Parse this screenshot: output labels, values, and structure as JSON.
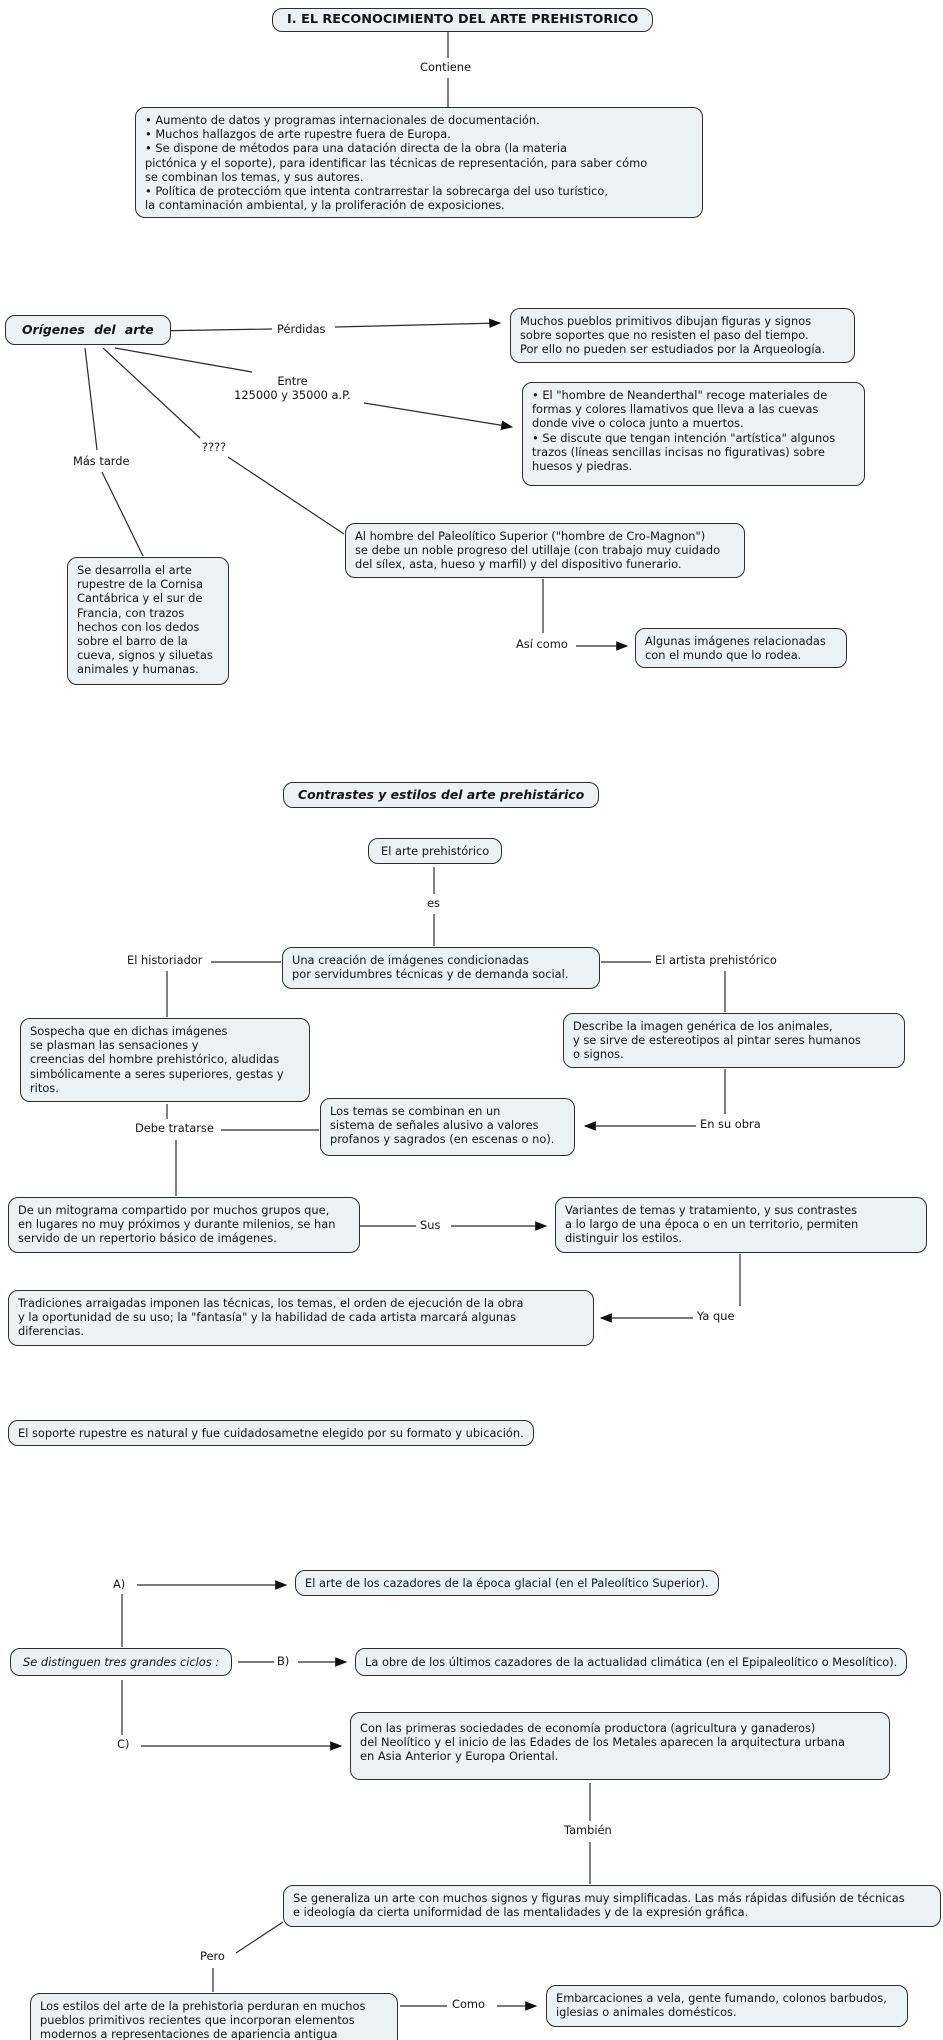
{
  "nodes": {
    "title1": "I. EL RECONOCIMIENTO DEL ARTE PREHISTORICO",
    "contiene_detail": "• Aumento de datos y programas internacionales de documentación.\n• Muchos hallazgos de arte rupestre fuera de Europa.\n• Se dispone de métodos para una datación directa de la obra (la materia\npictónica y el soporte), para identificar las técnicas de representación, para saber cómo\nse combinan los temas, y sus autores.\n• Política de proteccióm que intenta contrarrestar la sobrecarga del uso turístico,\nla contaminación ambiental, y la proliferación de exposiciones.",
    "origenes": "Orígenes del arte",
    "perdidas_detail": "Muchos pueblos primitivos dibujan figuras y signos\nsobre soportes que no resisten el paso del tiempo.\nPor ello no pueden ser estudiados por la Arqueología.",
    "neanderthal": "• El \"hombre de Neanderthal\" recoge materiales de\nformas y colores llamativos que lleva a las cuevas\ndonde vive o coloca junto a muertos.\n• Se discute que tengan intención \"artística\" algunos\ntrazos (líneas sencillas incisas no figurativas) sobre\nhuesos y piedras.",
    "cromagnon": "Al hombre del Paleolítico Superior (\"hombre de Cro-Magnon\")\nse debe un noble progreso del utillaje (con trabajo muy cuidado\ndel sílex, asta, hueso y marfil) y del dispositivo funerario.",
    "desarrolla": "Se desarrolla el arte\nrupestre de la Cornisa\nCantábrica y el sur de\nFrancia, con trazos\nhechos con los dedos\nsobre el barro de la\ncueva, signos y siluetas\nanimales y humanas.",
    "algunas": "Algunas imágenes relacionadas\ncon el mundo que lo rodea.",
    "title2": "Contrastes y estilos del arte prehistárico",
    "arte_prehistorico": "El arte prehistórico",
    "creacion": "Una creación de imágenes condicionadas\npor servidumbres técnicas y de demanda social.",
    "sospecha": "Sospecha que en dichas imágenes\nse plasman las sensaciones y\ncreencias del hombre prehistórico, aludidas\nsimbólicamente a seres superiores, gestas y\nritos.",
    "describe": "Describe la imagen genérica de los animales,\ny se sirve de estereotipos al pintar seres humanos\no signos.",
    "temas": "Los temas se combinan en un\nsistema de señales alusivo a valores\nprofanos y sagrados (en escenas o no).",
    "mitograma": "De un mitograma compartido por muchos grupos que,\nen lugares no muy próximos y durante milenios, se han\nservido de un repertorio básico de imágenes.",
    "variantes": "Variantes de temas y tratamiento, y sus contrastes\na lo largo de una época o en un territorio, permiten\ndistinguir los estilos.",
    "tradiciones": "Tradiciones arraigadas imponen las técnicas, los temas, el orden de ejecución de la obra\ny la oportunidad de su uso; la \"fantasía\" y la habilidad de cada artista marcará algunas\ndiferencias.",
    "soporte": "El soporte rupestre es natural y fue cuidadosametne elegido por su formato y ubicación.",
    "ciclos": "Se distinguen tres grandes ciclos :",
    "ciclo_a": "El arte de los cazadores de la época glacial (en el Paleolítico Superior).",
    "ciclo_b": "La obre de los últimos cazadores de la actualidad climática (en el Epipaleolítico o Mesolítico).",
    "ciclo_c": "Con las primeras sociedades de economía productora (agricultura y ganaderos)\ndel Neolítico y el inicio de las Edades de los Metales aparecen la arquitectura urbana\nen Asia Anterior y Europa Oriental.",
    "generaliza": "Se generaliza un arte con muchos signos y figuras muy simplificadas. Las más rápidas difusión de técnicas\ne ideología da cierta uniformidad de las mentalidades y de la expresión gráfica.",
    "estilos_perduran": "Los estilos del arte de la prehistoria perduran en muchos\npueblos primitivos recientes que incorporan elementos\nmodernos a representaciones de apariencia antigua",
    "embarcaciones": "Embarcaciones a vela, gente fumando, colonos barbudos,\niglesias o animales domésticos."
  },
  "labels": {
    "contiene": "Contiene",
    "perdidas": "Pérdidas",
    "entre": "Entre\n125000 y 35000 a.P.",
    "interrogantes": "????",
    "mas_tarde": "Más tarde",
    "asi_como": "Así como",
    "es": "es",
    "historiador": "El historiador",
    "artista": "El artista prehistórico",
    "debe_tratarse": "Debe tratarse",
    "en_su_obra": "En su obra",
    "sus": "Sus",
    "ya_que": "Ya que",
    "a": "A)",
    "b": "B)",
    "c": "C)",
    "tambien": "También",
    "pero": "Pero",
    "como": "Como"
  },
  "colors": {
    "node_fill": "#ecf2f4",
    "node_border": "#2e2e2e",
    "line": "#2b2b2b",
    "background": "#ffffff",
    "text": "#141414"
  }
}
